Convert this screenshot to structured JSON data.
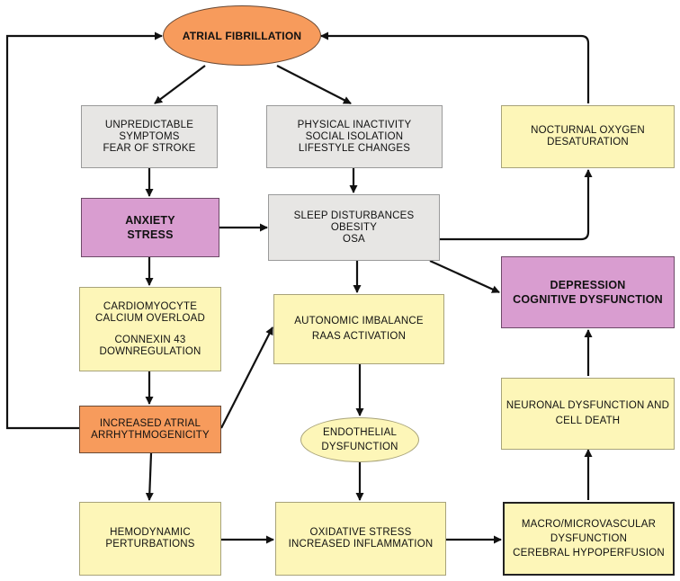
{
  "nodes": {
    "atrial_fibrillation": [
      "ATRIAL FIBRILLATION"
    ],
    "symptoms": [
      "UNPREDICTABLE",
      "SYMPTOMS",
      "FEAR OF STROKE"
    ],
    "inactivity": [
      "PHYSICAL INACTIVITY",
      "SOCIAL ISOLATION",
      "LIFESTYLE CHANGES"
    ],
    "nocturnal": [
      "NOCTURNAL OXYGEN",
      "DESATURATION"
    ],
    "anxiety": [
      "ANXIETY",
      "STRESS"
    ],
    "sleep": [
      "SLEEP DISTURBANCES",
      "OBESITY",
      "OSA"
    ],
    "depression": [
      "DEPRESSION",
      "COGNITIVE DYSFUNCTION"
    ],
    "cardiomyocyte": [
      "CARDIOMYOCYTE",
      "CALCIUM OVERLOAD",
      "CONNEXIN 43",
      "DOWNREGULATION"
    ],
    "autonomic": [
      "AUTONOMIC IMBALANCE",
      "RAAS ACTIVATION"
    ],
    "neuronal": [
      "NEURONAL DYSFUNCTION AND",
      "CELL DEATH"
    ],
    "arrhythmogenicity": [
      "INCREASED ATRIAL",
      "ARRHYTHMOGENICITY"
    ],
    "endothelial": [
      "ENDOTHELIAL",
      "DYSFUNCTION"
    ],
    "hemodynamic": [
      "HEMODYNAMIC",
      "PERTURBATIONS"
    ],
    "oxidative": [
      "OXIDATIVE STRESS",
      "INCREASED INFLAMMATION"
    ],
    "vascular": [
      "MACRO/MICROVASCULAR",
      "DYSFUNCTION",
      "CEREBRAL HYPOPERFUSION"
    ]
  },
  "colors": {
    "gray": "#e7e6e4",
    "yellow": "#fdf6b8",
    "pink": "#d99dd0",
    "orange": "#f79b5c",
    "arrow": "#111111"
  },
  "edges": [
    {
      "from": "atrial_fibrillation",
      "to": "symptoms"
    },
    {
      "from": "atrial_fibrillation",
      "to": "inactivity"
    },
    {
      "from": "symptoms",
      "to": "anxiety"
    },
    {
      "from": "inactivity",
      "to": "sleep"
    },
    {
      "from": "anxiety",
      "to": "sleep"
    },
    {
      "from": "sleep",
      "to": "nocturnal"
    },
    {
      "from": "nocturnal",
      "to": "atrial_fibrillation"
    },
    {
      "from": "sleep",
      "to": "depression"
    },
    {
      "from": "sleep",
      "to": "autonomic"
    },
    {
      "from": "anxiety",
      "to": "cardiomyocyte"
    },
    {
      "from": "cardiomyocyte",
      "to": "arrhythmogenicity"
    },
    {
      "from": "arrhythmogenicity",
      "to": "atrial_fibrillation"
    },
    {
      "from": "arrhythmogenicity",
      "to": "autonomic"
    },
    {
      "from": "arrhythmogenicity",
      "to": "hemodynamic"
    },
    {
      "from": "autonomic",
      "to": "endothelial"
    },
    {
      "from": "endothelial",
      "to": "oxidative"
    },
    {
      "from": "hemodynamic",
      "to": "oxidative"
    },
    {
      "from": "oxidative",
      "to": "vascular"
    },
    {
      "from": "vascular",
      "to": "neuronal"
    },
    {
      "from": "neuronal",
      "to": "depression"
    }
  ]
}
